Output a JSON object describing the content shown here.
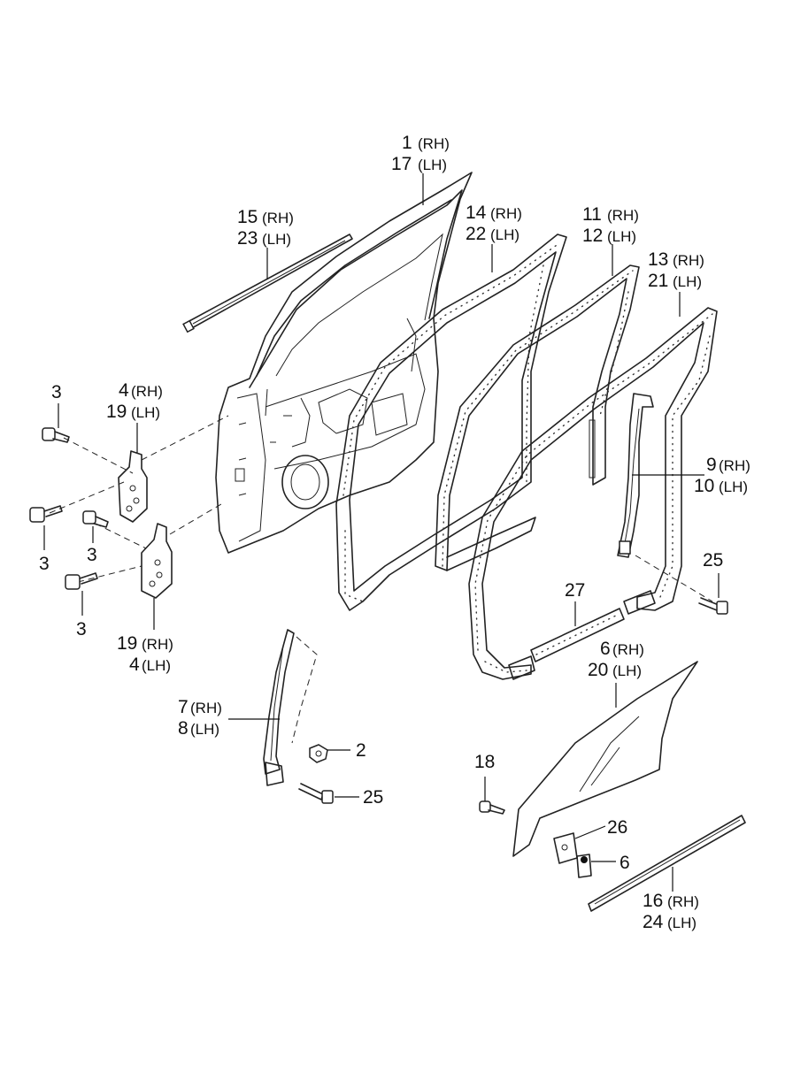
{
  "callouts": {
    "c1": {
      "num": "1",
      "side": "(RH)"
    },
    "c17": {
      "num": "17",
      "side": "(LH)"
    },
    "c15": {
      "num": "15",
      "side": "(RH)"
    },
    "c23": {
      "num": "23",
      "side": "(LH)"
    },
    "c14": {
      "num": "14",
      "side": "(RH)"
    },
    "c22": {
      "num": "22",
      "side": "(LH)"
    },
    "c11": {
      "num": "11",
      "side": "(RH)"
    },
    "c12": {
      "num": "12",
      "side": "(LH)"
    },
    "c13": {
      "num": "13",
      "side": "(RH)"
    },
    "c21": {
      "num": "21",
      "side": "(LH)"
    },
    "c4a": {
      "num": "4",
      "side": "(RH)"
    },
    "c19a": {
      "num": "19",
      "side": "(LH)"
    },
    "c3a": {
      "num": "3"
    },
    "c3b": {
      "num": "3"
    },
    "c3c": {
      "num": "3"
    },
    "c3d": {
      "num": "3"
    },
    "c19b": {
      "num": "19",
      "side": "(RH)"
    },
    "c4b": {
      "num": "4",
      "side": "(LH)"
    },
    "c9": {
      "num": "9",
      "side": "(RH)"
    },
    "c10": {
      "num": "10",
      "side": "(LH)"
    },
    "c25a": {
      "num": "25"
    },
    "c27": {
      "num": "27"
    },
    "c6a": {
      "num": "6",
      "side": "(RH)"
    },
    "c20": {
      "num": "20",
      "side": "(LH)"
    },
    "c7": {
      "num": "7",
      "side": "(RH)"
    },
    "c8": {
      "num": "8",
      "side": "(LH)"
    },
    "c2": {
      "num": "2"
    },
    "c25b": {
      "num": "25"
    },
    "c18": {
      "num": "18"
    },
    "c26": {
      "num": "26"
    },
    "c6b": {
      "num": "6"
    },
    "c16": {
      "num": "16",
      "side": "(RH)"
    },
    "c24": {
      "num": "24",
      "side": "(LH)"
    }
  }
}
